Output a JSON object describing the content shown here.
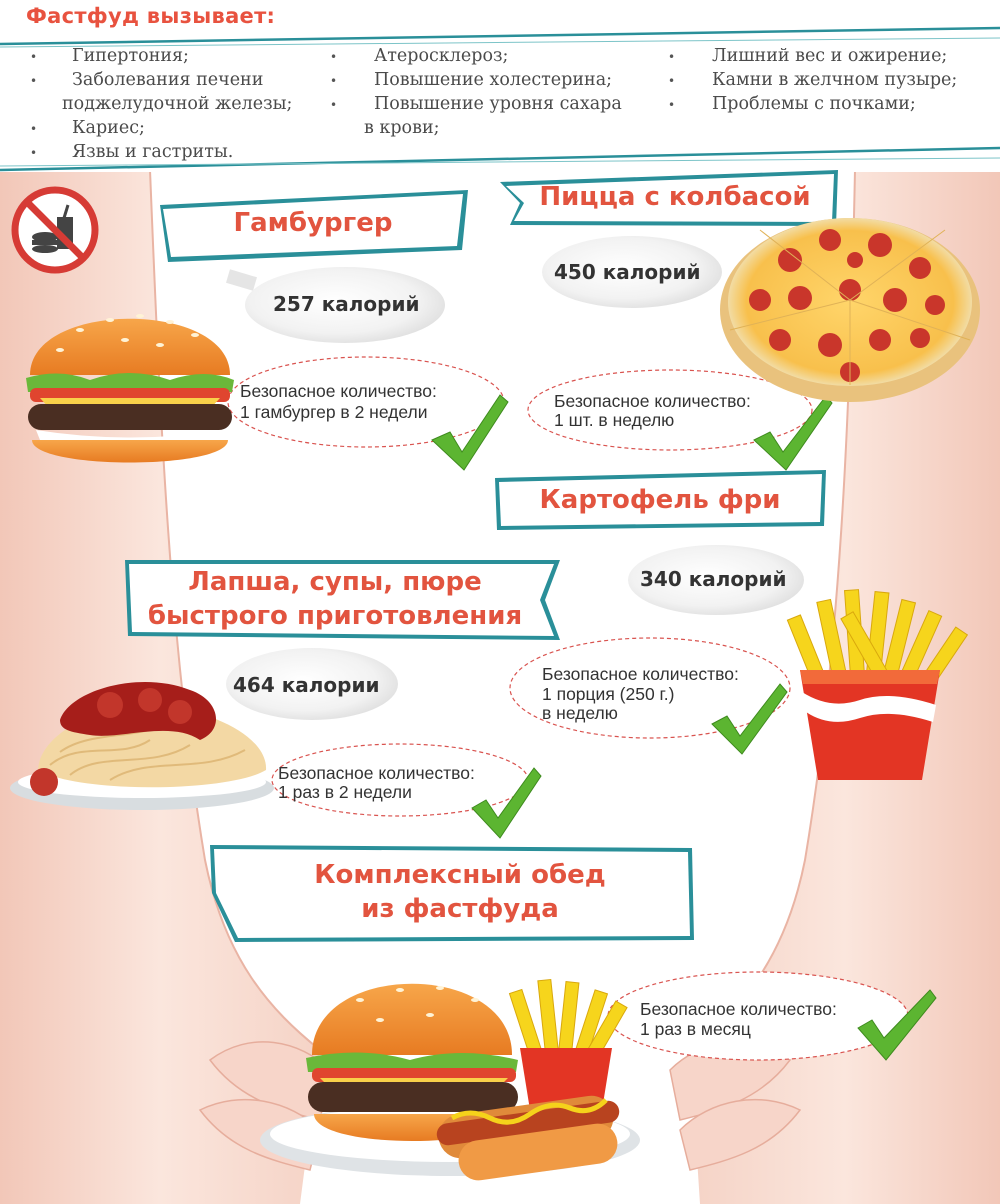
{
  "header": {
    "title": "Фастфуд вызывает:",
    "effects_col1": [
      "Гипертония;",
      "Заболевания печени",
      "поджелудочной железы;",
      "Кариес;",
      "Язвы и гастриты."
    ],
    "effects_col2": [
      "Атеросклероз;",
      "Повышение холестерина;",
      "Повышение уровня сахара",
      "в крови;"
    ],
    "effects_col3": [
      "Лишний вес и ожирение;",
      "Камни в желчном пузыре;",
      "Проблемы с почками;"
    ]
  },
  "items": {
    "burger": {
      "title": "Гамбургер",
      "calories": "257 калорий",
      "safe_line1": "Безопасное количество:",
      "safe_line2": "1 гамбургер в 2 недели"
    },
    "pizza": {
      "title": "Пицца с колбасой",
      "calories": "450 калорий",
      "safe_line1": "Безопасное количество:",
      "safe_line2": "1 шт. в неделю"
    },
    "fries": {
      "title": "Картофель фри",
      "calories": "340 калорий",
      "safe_line1": "Безопасное количество:",
      "safe_line2": "1 порция (250 г.)",
      "safe_line3": "в неделю"
    },
    "noodles": {
      "title_line1": "Лапша, супы, пюре",
      "title_line2": "быстрого приготовления",
      "calories": "464 калории",
      "safe_line1": "Безопасное количество:",
      "safe_line2": "1 раз в 2 недели"
    },
    "combo": {
      "title_line1": "Комплексный обед",
      "title_line2": "из фастфуда",
      "safe_line1": "Безопасное количество:",
      "safe_line2": "1 раз в месяц"
    }
  },
  "colors": {
    "accent_red": "#e2543f",
    "teal_border": "#2a8f99",
    "check_green": "#5cb531",
    "skin": "#f7dcd2"
  }
}
